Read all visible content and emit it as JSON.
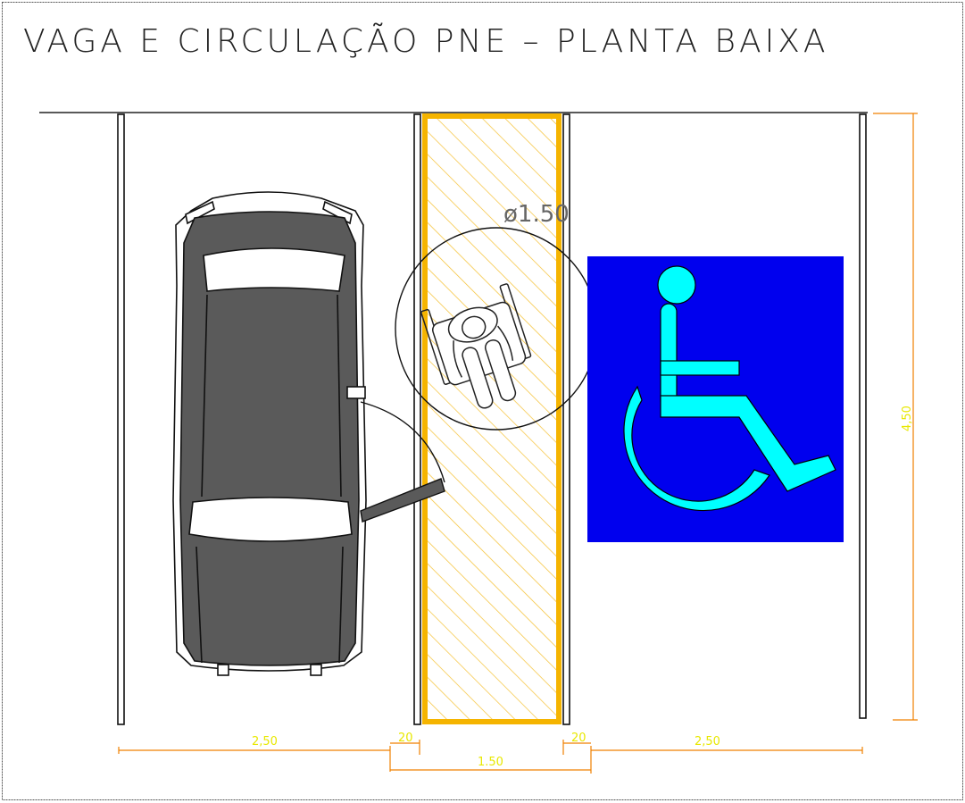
{
  "title": "VAGA E CIRCULAÇÃO PNE – PLANTA BAIXA",
  "circle_label": "ø1.50",
  "dimensions": {
    "left_space_width": "2,50",
    "left_line_width": "20",
    "circulation_width": "1.50",
    "right_line_width": "20",
    "right_space_width": "2,50",
    "space_length": "4,50"
  },
  "colors": {
    "background": "#ffffff",
    "lines": "#000000",
    "circulation_border": "#f5b400",
    "hatch": "#f5c030",
    "dimension_line": "#f08000",
    "dimension_text": "#e8e800",
    "symbol_background": "#0000ee",
    "symbol_figure": "#00ffff",
    "car_body": "#5a5a5a"
  },
  "icons": {
    "car": "car-top-view-icon",
    "wheelchair_user": "wheelchair-user-top-view-icon",
    "accessibility_symbol": "international-symbol-of-access-icon"
  }
}
